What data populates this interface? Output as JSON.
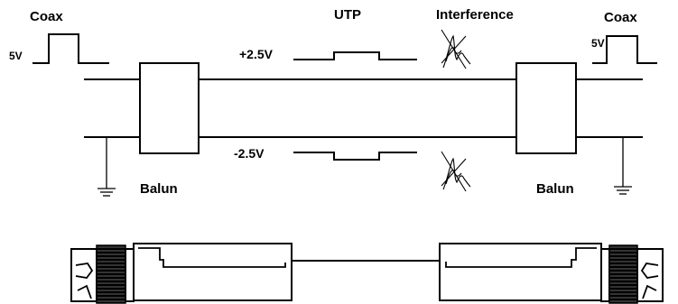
{
  "labels": {
    "coax_left": "Coax",
    "coax_right": "Coax",
    "utp": "UTP",
    "interference": "Interference",
    "balun_left": "Balun",
    "balun_right": "Balun",
    "voltage_in_left": "5V",
    "voltage_out_right": "5V",
    "voltage_plus": "+2.5V",
    "voltage_minus": "-2.5V"
  },
  "colors": {
    "stroke": "#000000",
    "background": "#ffffff"
  }
}
